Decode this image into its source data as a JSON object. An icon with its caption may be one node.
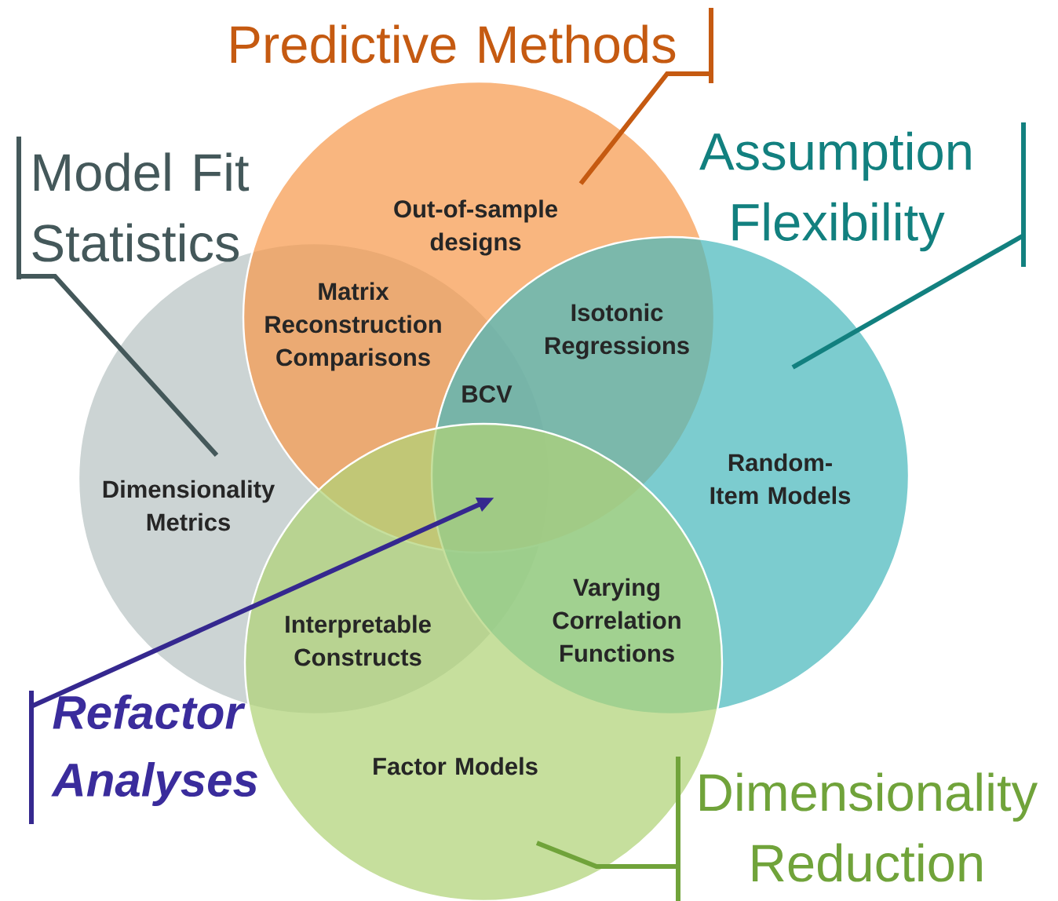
{
  "diagram": {
    "nodes": [
      {
        "text": [
          "Predictive Methods"
        ]
      },
      {
        "text": [
          "Model Fit Statistics"
        ]
      },
      {
        "text": [
          "Assumption Flexibility"
        ]
      },
      {
        "text": [
          "Out-of-sample designs"
        ]
      },
      {
        "text": [
          "Dimensionality Metrics"
        ]
      },
      {
        "text": [
          "Random-Item Models"
        ]
      },
      {
        "text": [
          "Factor Models"
        ]
      },
      {
        "text": [
          "Refactor Analyses"
        ]
      },
      {
        "text": [
          "Dimensionality Reduction"
        ]
      }
    ],
    "edges": [
      {
        "from": 0,
        "to": 3,
        "arrow": "none",
        "color": "#c55a11"
      },
      {
        "from": 1,
        "to": 4,
        "arrow": "none",
        "color": "#44585a"
      },
      {
        "from": 2,
        "to": 5,
        "arrow": "none",
        "color": "#12807f"
      },
      {
        "from": 7,
        "to": 4,
        "arrow": "to",
        "color": "#35288f"
      },
      {
        "from": 8,
        "to": 6,
        "arrow": "none",
        "color": "#70a33a"
      }
    ],
    "labels": [
      "Matrix Reconstruction Comparisons",
      "Isotonic Regressions",
      "BCV",
      "Interpretable Constructs",
      "Varying Correlation Functions"
    ]
  }
}
